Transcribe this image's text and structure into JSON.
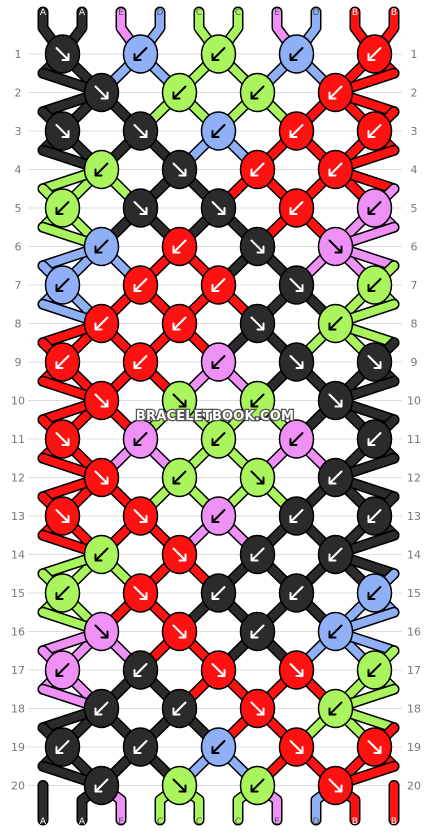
{
  "colors": {
    "black": "#2b2b2b",
    "blue": "#8fb0f7",
    "green": "#aaf55d",
    "pink": "#ee90f5",
    "red": "#ff1111",
    "grid": "#dddddd",
    "rownum": "#777777"
  },
  "strands_top": [
    "A",
    "A",
    "E",
    "D",
    "C",
    "C",
    "E",
    "D",
    "B",
    "B"
  ],
  "strands_bottom": [
    "A",
    "A",
    "E",
    "C",
    "C",
    "C",
    "E",
    "D",
    "B",
    "B"
  ],
  "strand_colors": {
    "A": "black",
    "B": "red",
    "C": "green",
    "D": "blue",
    "E": "pink"
  },
  "row_numbers": [
    "1",
    "2",
    "3",
    "4",
    "5",
    "6",
    "7",
    "8",
    "9",
    "10",
    "11",
    "12",
    "13",
    "14",
    "15",
    "16",
    "17",
    "18",
    "19",
    "20"
  ],
  "watermark": "BRACELETBOOK.COM",
  "knots": [
    [
      {
        "c": "black",
        "d": "R"
      },
      {
        "c": "blue",
        "d": "L"
      },
      {
        "c": "green",
        "d": "L"
      },
      {
        "c": "blue",
        "d": "L"
      },
      {
        "c": "red",
        "d": "L"
      }
    ],
    [
      {
        "c": "black",
        "d": "R"
      },
      {
        "c": "green",
        "d": "L"
      },
      {
        "c": "green",
        "d": "L"
      },
      {
        "c": "red",
        "d": "L"
      }
    ],
    [
      {
        "c": "black",
        "d": "R"
      },
      {
        "c": "black",
        "d": "R"
      },
      {
        "c": "blue",
        "d": "L"
      },
      {
        "c": "red",
        "d": "L"
      },
      {
        "c": "red",
        "d": "L"
      }
    ],
    [
      {
        "c": "green",
        "d": "L"
      },
      {
        "c": "black",
        "d": "R"
      },
      {
        "c": "red",
        "d": "L"
      },
      {
        "c": "red",
        "d": "L"
      }
    ],
    [
      {
        "c": "green",
        "d": "L"
      },
      {
        "c": "black",
        "d": "R"
      },
      {
        "c": "black",
        "d": "R"
      },
      {
        "c": "red",
        "d": "L"
      },
      {
        "c": "pink",
        "d": "L"
      }
    ],
    [
      {
        "c": "blue",
        "d": "L"
      },
      {
        "c": "red",
        "d": "L"
      },
      {
        "c": "black",
        "d": "R"
      },
      {
        "c": "pink",
        "d": "R"
      }
    ],
    [
      {
        "c": "blue",
        "d": "L"
      },
      {
        "c": "red",
        "d": "L"
      },
      {
        "c": "red",
        "d": "L"
      },
      {
        "c": "black",
        "d": "R"
      },
      {
        "c": "green",
        "d": "L"
      }
    ],
    [
      {
        "c": "red",
        "d": "L"
      },
      {
        "c": "red",
        "d": "L"
      },
      {
        "c": "black",
        "d": "R"
      },
      {
        "c": "green",
        "d": "L"
      }
    ],
    [
      {
        "c": "red",
        "d": "L"
      },
      {
        "c": "red",
        "d": "L"
      },
      {
        "c": "pink",
        "d": "L"
      },
      {
        "c": "black",
        "d": "R"
      },
      {
        "c": "black",
        "d": "R"
      }
    ],
    [
      {
        "c": "red",
        "d": "R"
      },
      {
        "c": "green",
        "d": "R"
      },
      {
        "c": "green",
        "d": "L"
      },
      {
        "c": "black",
        "d": "R"
      }
    ],
    [
      {
        "c": "red",
        "d": "R"
      },
      {
        "c": "pink",
        "d": "L"
      },
      {
        "c": "green",
        "d": "L"
      },
      {
        "c": "pink",
        "d": "L"
      },
      {
        "c": "black",
        "d": "L"
      }
    ],
    [
      {
        "c": "red",
        "d": "R"
      },
      {
        "c": "green",
        "d": "L"
      },
      {
        "c": "green",
        "d": "R"
      },
      {
        "c": "black",
        "d": "L"
      }
    ],
    [
      {
        "c": "red",
        "d": "R"
      },
      {
        "c": "red",
        "d": "R"
      },
      {
        "c": "pink",
        "d": "L"
      },
      {
        "c": "black",
        "d": "L"
      },
      {
        "c": "black",
        "d": "L"
      }
    ],
    [
      {
        "c": "green",
        "d": "L"
      },
      {
        "c": "red",
        "d": "R"
      },
      {
        "c": "black",
        "d": "L"
      },
      {
        "c": "black",
        "d": "L"
      }
    ],
    [
      {
        "c": "green",
        "d": "L"
      },
      {
        "c": "red",
        "d": "R"
      },
      {
        "c": "black",
        "d": "L"
      },
      {
        "c": "black",
        "d": "L"
      },
      {
        "c": "blue",
        "d": "L"
      }
    ],
    [
      {
        "c": "pink",
        "d": "R"
      },
      {
        "c": "red",
        "d": "R"
      },
      {
        "c": "black",
        "d": "L"
      },
      {
        "c": "blue",
        "d": "L"
      }
    ],
    [
      {
        "c": "pink",
        "d": "L"
      },
      {
        "c": "black",
        "d": "L"
      },
      {
        "c": "red",
        "d": "R"
      },
      {
        "c": "red",
        "d": "R"
      },
      {
        "c": "green",
        "d": "L"
      }
    ],
    [
      {
        "c": "black",
        "d": "L"
      },
      {
        "c": "black",
        "d": "L"
      },
      {
        "c": "red",
        "d": "R"
      },
      {
        "c": "green",
        "d": "L"
      }
    ],
    [
      {
        "c": "black",
        "d": "L"
      },
      {
        "c": "black",
        "d": "L"
      },
      {
        "c": "blue",
        "d": "L"
      },
      {
        "c": "red",
        "d": "R"
      },
      {
        "c": "red",
        "d": "R"
      }
    ],
    [
      {
        "c": "black",
        "d": "L"
      },
      {
        "c": "green",
        "d": "R"
      },
      {
        "c": "green",
        "d": "L"
      },
      {
        "c": "red",
        "d": "R"
      }
    ]
  ]
}
